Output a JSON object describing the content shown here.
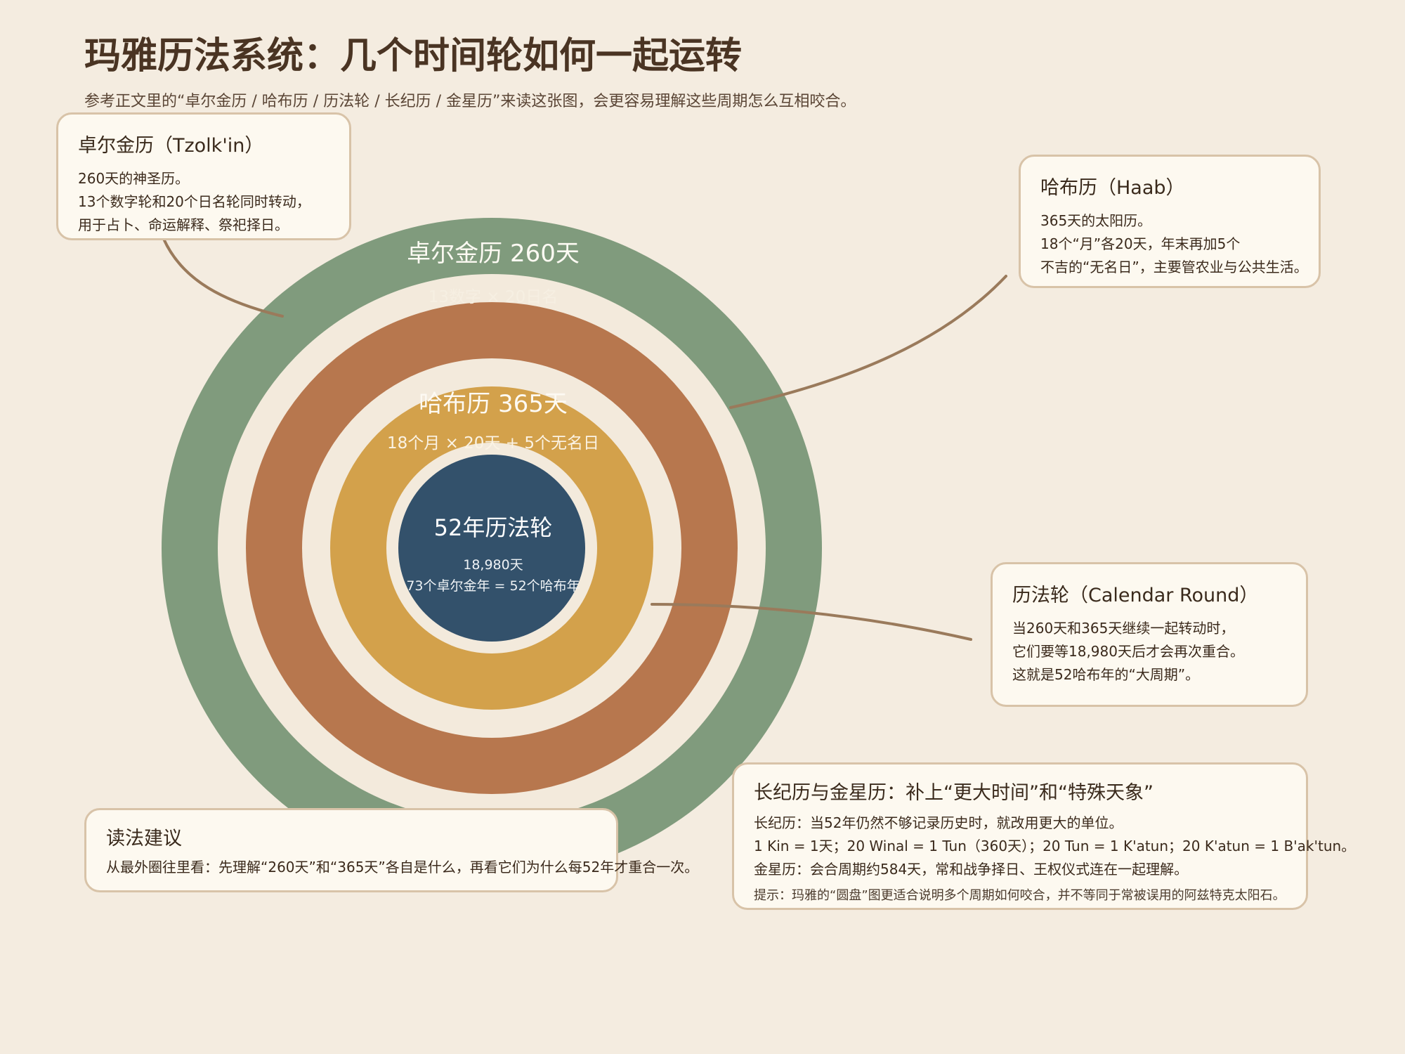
{
  "header": {
    "title": "玛雅历法系统：几个时间轮如何一起运转",
    "subtitle": "参考正文里的“卓尔金历 / 哈布历 / 历法轮 / 长纪历 / 金星历”来读这张图，会更容易理解这些周期怎么互相咬合。"
  },
  "rings": [
    {
      "id": "tzolkin",
      "title": "卓尔金历 260天",
      "subtitle": "13数字 × 20日名",
      "color": "#809b7d"
    },
    {
      "id": "haab",
      "title": "哈布历 365天",
      "subtitle": "18个月 × 20天 + 5个无名日",
      "color": "#b7774e"
    },
    {
      "id": "middle",
      "color": "#d3a14b"
    },
    {
      "id": "round",
      "title": "52年历法轮",
      "lines": [
        "18,980天",
        "73个卓尔金年 = 52个哈布年"
      ],
      "color": "#33516b"
    }
  ],
  "colors": {
    "background": "#f4ece0",
    "gap": "#f3eadc",
    "connector": "#9a7a5b",
    "card_border": "#d8c3a8",
    "card_bg": "#fdf9f0"
  },
  "cards": {
    "tzolkin": {
      "title": "卓尔金历（Tzolk'in）",
      "lines": [
        "260天的神圣历。",
        "13个数字轮和20个日名轮同时转动，",
        "用于占卜、命运解释、祭祀择日。"
      ]
    },
    "haab": {
      "title": "哈布历（Haab）",
      "lines": [
        "365天的太阳历。",
        "18个“月”各20天，年末再加5个",
        "不吉的“无名日”，主要管农业与公共生活。"
      ]
    },
    "round": {
      "title": "历法轮（Calendar Round）",
      "lines": [
        "当260天和365天继续一起转动时，",
        "它们要等18,980天后才会再次重合。",
        "这就是52哈布年的“大周期”。"
      ]
    },
    "tips": {
      "title": "读法建议",
      "lines": [
        "从最外圈往里看：先理解“260天”和“365天”各自是什么，再看它们为什么每52年才重合一次。"
      ]
    },
    "longcount": {
      "title": "长纪历与金星历：补上“更大时间”和“特殊天象”",
      "lines": [
        "长纪历：当52年仍然不够记录历史时，就改用更大的单位。",
        "1 Kin = 1天；20 Winal = 1 Tun（360天）；20 Tun = 1 K'atun；20 K'atun = 1 B'ak'tun。",
        "金星历：会合周期约584天，常和战争择日、王权仪式连在一起理解。"
      ],
      "note": "提示：玛雅的“圆盘”图更适合说明多个周期如何咬合，并不等同于常被误用的阿兹特克太阳石。"
    }
  }
}
